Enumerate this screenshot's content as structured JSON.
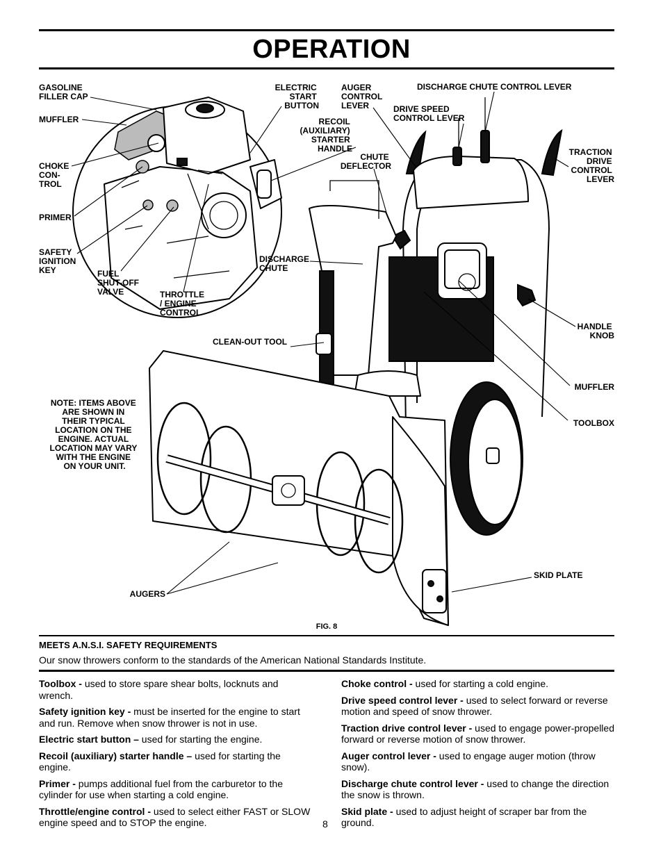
{
  "page": {
    "title": "OPERATION",
    "page_number": "8"
  },
  "figure": {
    "caption": "FIG. 8",
    "labels": {
      "gasoline_filler_cap": [
        "GASOLINE",
        "FILLER CAP"
      ],
      "muffler_engine": [
        "MUFFLER"
      ],
      "choke_control": [
        "CHOKE",
        "CON-",
        "TROL"
      ],
      "primer": [
        "PRIMER"
      ],
      "safety_ignition_key": [
        "SAFETY",
        "IGNITION",
        "KEY"
      ],
      "fuel_shutoff_valve": [
        "FUEL",
        "SHUT-OFF",
        "VALVE"
      ],
      "throttle_engine_control": [
        "THROTTLE",
        "/ ENGINE",
        "CONTROL"
      ],
      "electric_start_button": [
        "ELECTRIC",
        "START",
        "BUTTON"
      ],
      "auger_control_lever": [
        "AUGER",
        "CONTROL",
        "LEVER"
      ],
      "recoil_starter_handle": [
        "RECOIL",
        "(AUXILIARY)",
        "STARTER",
        "HANDLE"
      ],
      "discharge_chute_control_lever": [
        "DISCHARGE CHUTE CONTROL LEVER"
      ],
      "drive_speed_control_lever": [
        "DRIVE SPEED",
        "CONTROL LEVER"
      ],
      "chute_deflector": [
        "CHUTE",
        "DEFLECTOR"
      ],
      "traction_drive_control_lever": [
        "TRACTION",
        "DRIVE",
        "CONTROL",
        "LEVER"
      ],
      "discharge_chute": [
        "DISCHARGE",
        "CHUTE"
      ],
      "handle_knob": [
        "HANDLE",
        "KNOB"
      ],
      "clean_out_tool": [
        "CLEAN-OUT TOOL"
      ],
      "muffler_unit": [
        "MUFFLER"
      ],
      "toolbox": [
        "TOOLBOX"
      ],
      "note": [
        "NOTE: ITEMS ABOVE",
        "ARE SHOWN IN",
        "THEIR TYPICAL",
        "LOCATION ON THE",
        "ENGINE.  ACTUAL",
        "LOCATION MAY VARY",
        "WITH THE ENGINE",
        "ON YOUR UNIT."
      ],
      "skid_plate": [
        "SKID PLATE"
      ],
      "augers": [
        "AUGERS"
      ]
    }
  },
  "ansi": {
    "heading": "MEETS A.N.S.I. SAFETY REQUIREMENTS",
    "text": "Our snow throwers conform to the standards of the American National Standards Institute."
  },
  "descriptions": {
    "left": [
      {
        "term": "Toolbox -",
        "text": " used to store spare shear bolts, locknuts and wrench."
      },
      {
        "term": "Safety ignition key -",
        "text": " must be inserted for the engine to start and run.  Remove when snow thrower is not in use."
      },
      {
        "term": "Electric start button –",
        "text": " used for starting the engine."
      },
      {
        "term": "Recoil (auxiliary) starter handle –",
        "text": " used for starting the engine."
      },
      {
        "term": "Primer -",
        "text": " pumps additional fuel from the carburetor to the cylinder for use when starting a cold engine."
      },
      {
        "term": "Throttle/engine control -",
        "text": " used to select either FAST or SLOW engine speed and to STOP the engine."
      }
    ],
    "right": [
      {
        "term": "Choke control -",
        "text": " used for starting a cold engine."
      },
      {
        "term": "Drive speed control lever -",
        "text": " used to select forward or reverse motion and speed of snow thrower."
      },
      {
        "term": "Traction drive control lever -",
        "text": " used to engage power-propelled forward or reverse motion of snow thrower."
      },
      {
        "term": "Auger control lever -",
        "text": " used to engage auger motion (throw snow)."
      },
      {
        "term": "Discharge chute control lever -",
        "text": " used to change the direction the snow is thrown."
      },
      {
        "term": "Skid plate -",
        "text": " used to adjust height of scraper bar from the ground."
      }
    ]
  }
}
